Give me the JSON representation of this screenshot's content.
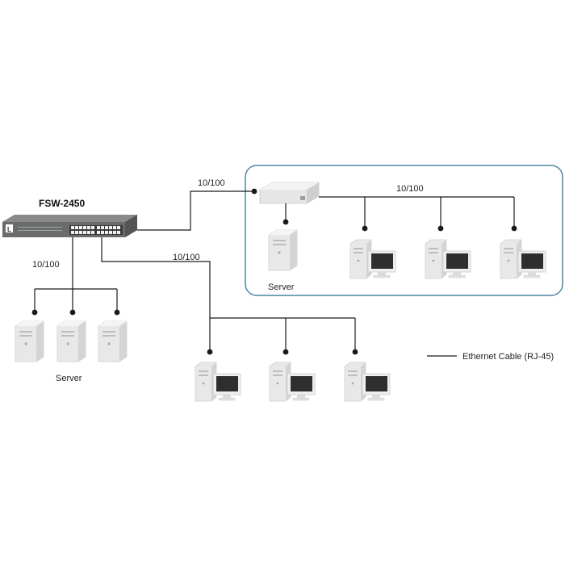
{
  "switch": {
    "model": "FSW-2450",
    "logo": "L"
  },
  "links": {
    "uplink_speed": "10/100",
    "servers_speed": "10/100",
    "workstations_speed": "10/100",
    "remote_pcs_speed": "10/100"
  },
  "groups": {
    "local_servers_label": "Server",
    "remote_server_label": "Server"
  },
  "legend": {
    "cable_label": "Ethernet Cable (RJ-45)"
  },
  "colors": {
    "remote_frame": "#4b86a3",
    "wire": "#1a1a1a",
    "device": "#e6e6e6"
  }
}
